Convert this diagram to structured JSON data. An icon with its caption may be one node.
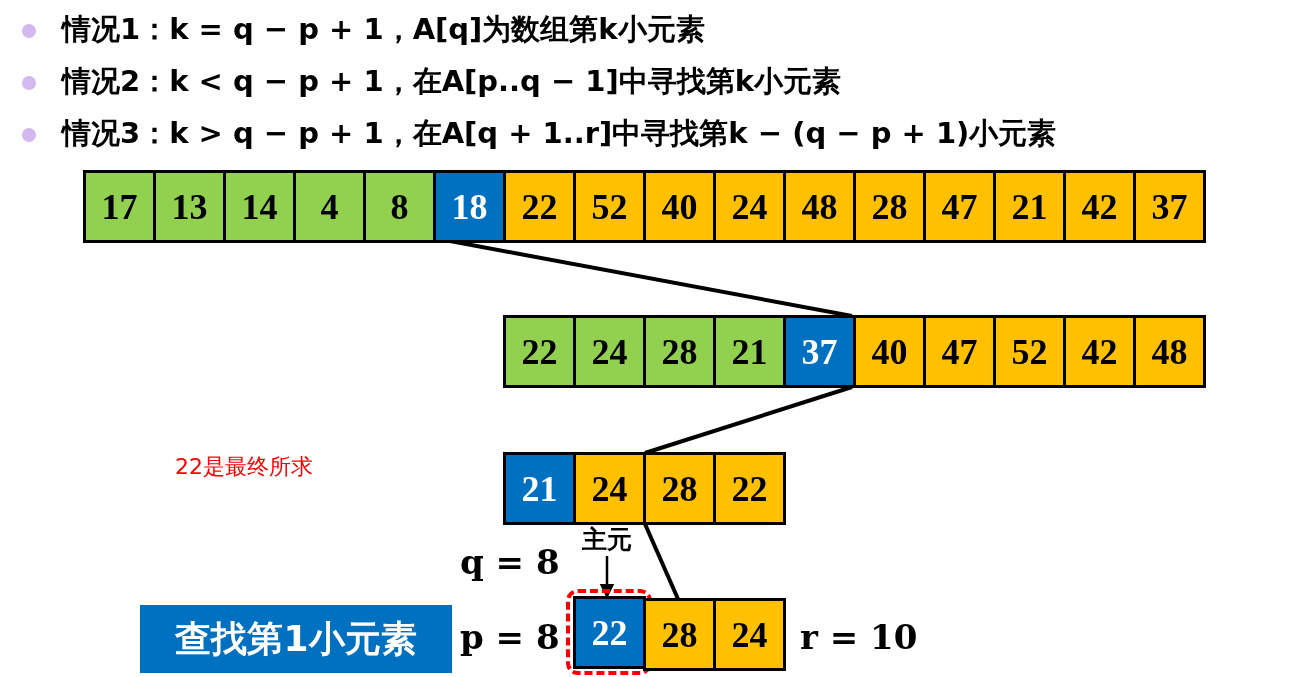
{
  "diagram": {
    "nodes": [
      {
        "text": [
          "17"
        ]
      },
      {
        "text": [
          "13"
        ]
      },
      {
        "text": [
          "14"
        ]
      },
      {
        "text": [
          "4"
        ]
      },
      {
        "text": [
          "8"
        ]
      },
      {
        "text": [
          "18"
        ]
      },
      {
        "text": [
          "22"
        ]
      },
      {
        "text": [
          "52"
        ]
      },
      {
        "text": [
          "40"
        ]
      },
      {
        "text": [
          "24"
        ]
      },
      {
        "text": [
          "48"
        ]
      },
      {
        "text": [
          "28"
        ]
      },
      {
        "text": [
          "47"
        ]
      },
      {
        "text": [
          "21"
        ]
      },
      {
        "text": [
          "42"
        ]
      },
      {
        "text": [
          "37"
        ]
      },
      {
        "text": [
          "22"
        ]
      },
      {
        "text": [
          "24"
        ]
      },
      {
        "text": [
          "28"
        ]
      },
      {
        "text": [
          "21"
        ]
      },
      {
        "text": [
          "37"
        ]
      },
      {
        "text": [
          "40"
        ]
      },
      {
        "text": [
          "47"
        ]
      },
      {
        "text": [
          "52"
        ]
      },
      {
        "text": [
          "42"
        ]
      },
      {
        "text": [
          "48"
        ]
      },
      {
        "text": [
          "21"
        ]
      },
      {
        "text": [
          "24"
        ]
      },
      {
        "text": [
          "28"
        ]
      },
      {
        "text": [
          "22"
        ]
      },
      {
        "text": [
          "主元"
        ]
      },
      {
        "text": [
          "查找第1小元素"
        ]
      },
      {
        "text": [],
        "shape": "box"
      },
      {
        "text": [
          "22"
        ],
        "in": 32
      },
      {
        "text": [
          "28"
        ]
      },
      {
        "text": [
          "24"
        ]
      }
    ],
    "edges": [
      {
        "from": 5,
        "to": 20,
        "arrow": "none"
      },
      {
        "from": 20,
        "to": 28,
        "arrow": "none"
      },
      {
        "from": 28,
        "to": 34,
        "arrow": "none"
      },
      {
        "from": 30,
        "to": 33,
        "arrow": "to"
      }
    ],
    "labels": [
      "情况1：k = q − p + 1，A[q]为数组第k小元素",
      "情况2：k < q − p + 1，在A[p..q − 1]中寻找第k小元素",
      "情况3：k > q − p + 1，在A[q + 1..r]中寻找第k − (q − p + 1)小元素",
      "22是最终所求",
      "q = 8",
      "p = 8",
      "r = 10"
    ]
  }
}
